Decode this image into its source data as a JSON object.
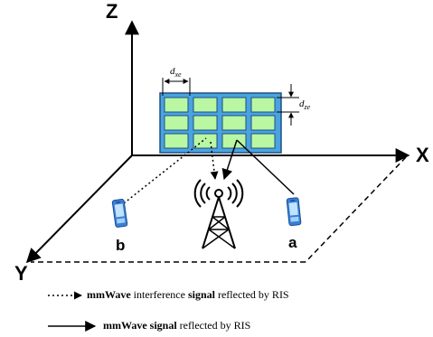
{
  "axes": {
    "x": "X",
    "y": "Y",
    "z": "Z"
  },
  "users": {
    "a": "a",
    "b": "b"
  },
  "ris": {
    "rows": 3,
    "cols": 4,
    "panel_color": "#4aa3df",
    "element_color": "#b9f7a3",
    "dim_x": {
      "base": "d",
      "sub": "xe"
    },
    "dim_z": {
      "base": "d",
      "sub": "ze"
    }
  },
  "icons": {
    "base_station": "cell-tower-icon",
    "phone": "mobile-phone-icon"
  },
  "colors": {
    "phone_body": "#3a7fd6",
    "phone_screen": "#bfe4ff",
    "line": "#000000"
  },
  "legend": {
    "interference": {
      "p1": "mmWave",
      "p2": " interference ",
      "p3": "signal",
      "p4": " reflected by RIS"
    },
    "signal": {
      "p1": "mmWave signal",
      "p2": " reflected by RIS"
    }
  }
}
